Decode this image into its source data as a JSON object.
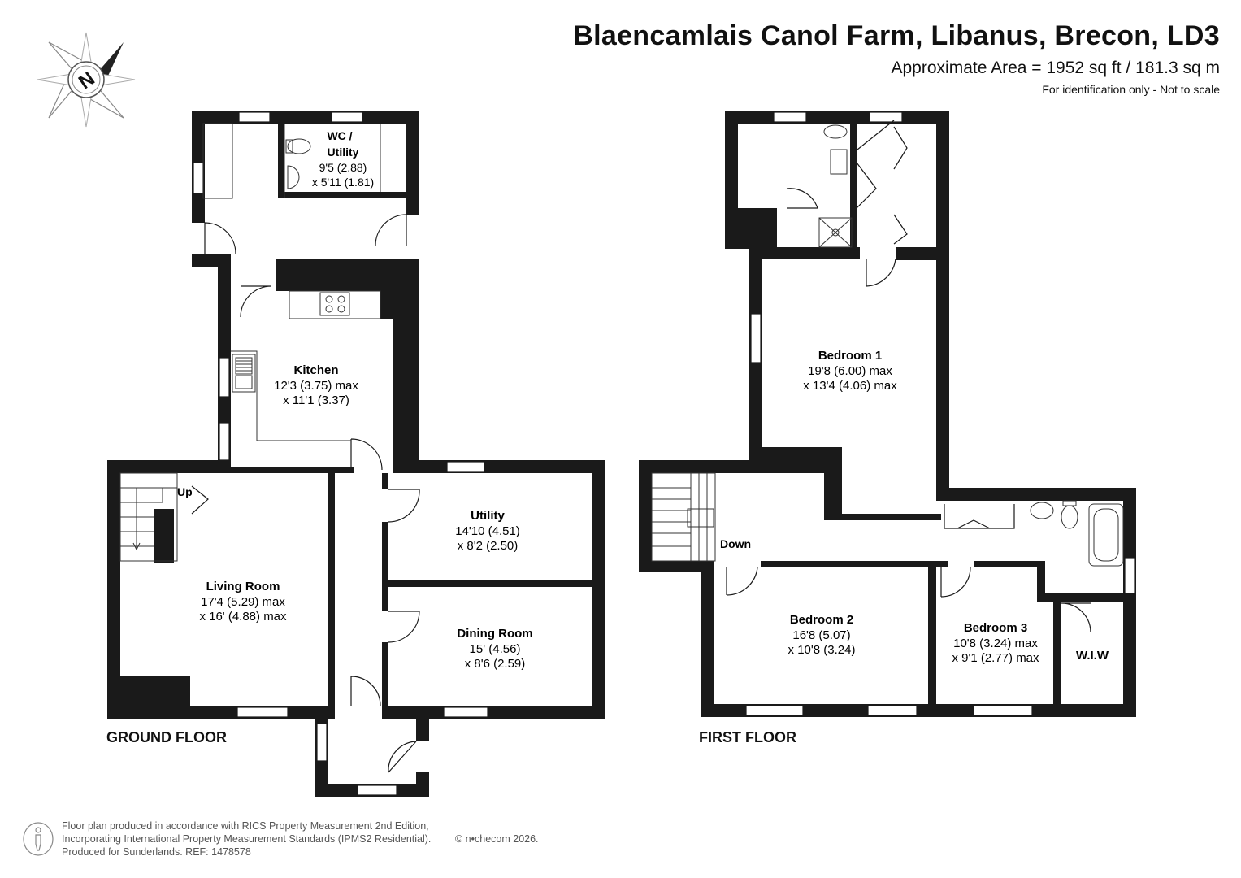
{
  "header": {
    "title": "Blaencamlais Canol Farm, Libanus, Brecon, LD3",
    "area": "Approximate Area = 1952 sq ft / 181.3 sq m",
    "note": "For identification only - Not to scale"
  },
  "compass": {
    "letter": "N"
  },
  "floors": {
    "ground": {
      "label": "GROUND FLOOR",
      "stairs_label": "Up",
      "rooms": [
        {
          "name": "WC /",
          "name2": "Utility",
          "dim1": "9'5 (2.88)",
          "dim2": "x 5'11 (1.81)"
        },
        {
          "name": "Kitchen",
          "dim1": "12'3 (3.75) max",
          "dim2": "x 11'1 (3.37)"
        },
        {
          "name": "Living Room",
          "dim1": "17'4 (5.29) max",
          "dim2": "x 16' (4.88) max"
        },
        {
          "name": "Utility",
          "dim1": "14'10 (4.51)",
          "dim2": "x 8'2 (2.50)"
        },
        {
          "name": "Dining Room",
          "dim1": "15' (4.56)",
          "dim2": "x 8'6 (2.59)"
        }
      ]
    },
    "first": {
      "label": "FIRST FLOOR",
      "stairs_label": "Down",
      "rooms": [
        {
          "name": "Bedroom 1",
          "dim1": "19'8 (6.00) max",
          "dim2": "x 13'4 (4.06) max"
        },
        {
          "name": "Bedroom 2",
          "dim1": "16'8 (5.07)",
          "dim2": "x 10'8 (3.24)"
        },
        {
          "name": "Bedroom 3",
          "dim1": "10'8 (3.24) max",
          "dim2": "x 9'1 (2.77) max"
        },
        {
          "name": "W.I.W"
        }
      ]
    }
  },
  "footer": {
    "line1": "Floor plan produced in accordance with RICS Property Measurement 2nd Edition,",
    "line2": "Incorporating International Property Measurement Standards (IPMS2 Residential).",
    "line3": "Produced for Sunderlands.   REF:  1478578",
    "copyright": "© n•checom 2026."
  }
}
